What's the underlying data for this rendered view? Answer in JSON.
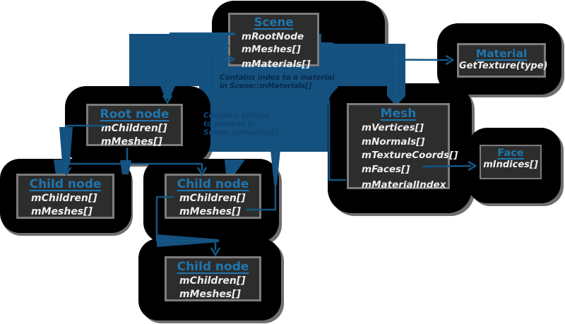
{
  "diagram": {
    "type": "class-structure-diagram",
    "colors": {
      "background": "#ffffff",
      "blob_black": "#000000",
      "blob_gray_rim": "#6f6f6f",
      "box_fill": "#2d2d2d",
      "box_border": "#7c7c7c",
      "title_blue": "#1e76af",
      "member_text": "#ededed",
      "arrow_blue": "#135683",
      "glow_blue": "#15517f",
      "annotation_navy": "#0a2a4d",
      "annotation_faded": "#0f4472"
    },
    "boxes": {
      "scene": {
        "title": "Scene",
        "members": [
          "mRootNode",
          "mMeshes[]",
          "mMaterials[]"
        ]
      },
      "material": {
        "title": "Material",
        "members": [
          "GetTexture(type)"
        ]
      },
      "mesh": {
        "title": "Mesh",
        "members": [
          "mVertices[]",
          "mNormals[]",
          "mTextureCoords[]",
          "mFaces[]",
          "mMaterialIndex"
        ]
      },
      "face": {
        "title": "Face",
        "members": [
          "mIndices[]"
        ]
      },
      "root_node": {
        "title": "Root node",
        "members": [
          "mChildren[]",
          "mMeshes[]"
        ]
      },
      "child_node_left": {
        "title": "Child node",
        "members": [
          "mChildren[]",
          "mMeshes[]"
        ]
      },
      "child_node_middle": {
        "title": "Child node",
        "members": [
          "mChildren[]",
          "mMeshes[]"
        ]
      },
      "child_node_bottom": {
        "title": "Child node",
        "members": [
          "mChildren[]",
          "mMeshes[]"
        ]
      }
    },
    "annotations": {
      "material_note": {
        "line1": "Contains index to a material",
        "line2": "in Scene::mMaterials[]"
      },
      "mesh_note": {
        "line1": "Contains indices",
        "line2": "to meshes in",
        "line3": "Scene::mMeshes[]"
      }
    }
  }
}
